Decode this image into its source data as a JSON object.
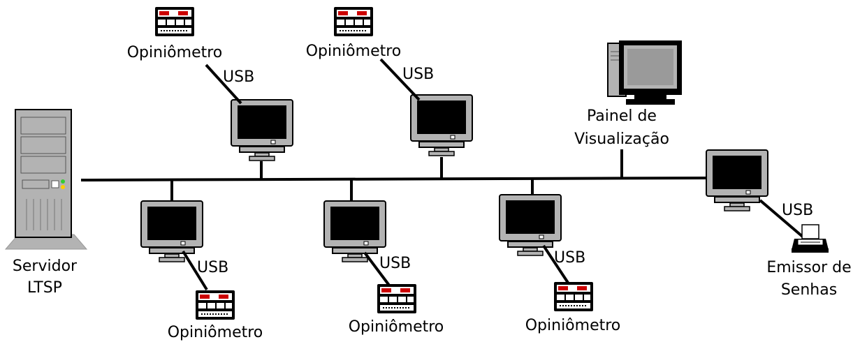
{
  "labels": {
    "server_line1": "Servidor",
    "server_line2": "LTSP",
    "panel_line1": "Painel de",
    "panel_line2": "Visualização",
    "printer_line1": "Emissor de",
    "printer_line2": "Senhas",
    "device": "Opiniômetro",
    "usb": "USB"
  },
  "icons": {
    "server": "server-tower-icon",
    "terminal": "crt-monitor-icon",
    "display_panel": "desktop-computer-icon",
    "device": "opinion-meter-device-icon",
    "printer": "ticket-printer-icon"
  },
  "colors": {
    "line": "#000000",
    "monitor_bezel": "#b3b3b3",
    "screen": "#000000",
    "device_led": "#cc0000"
  }
}
